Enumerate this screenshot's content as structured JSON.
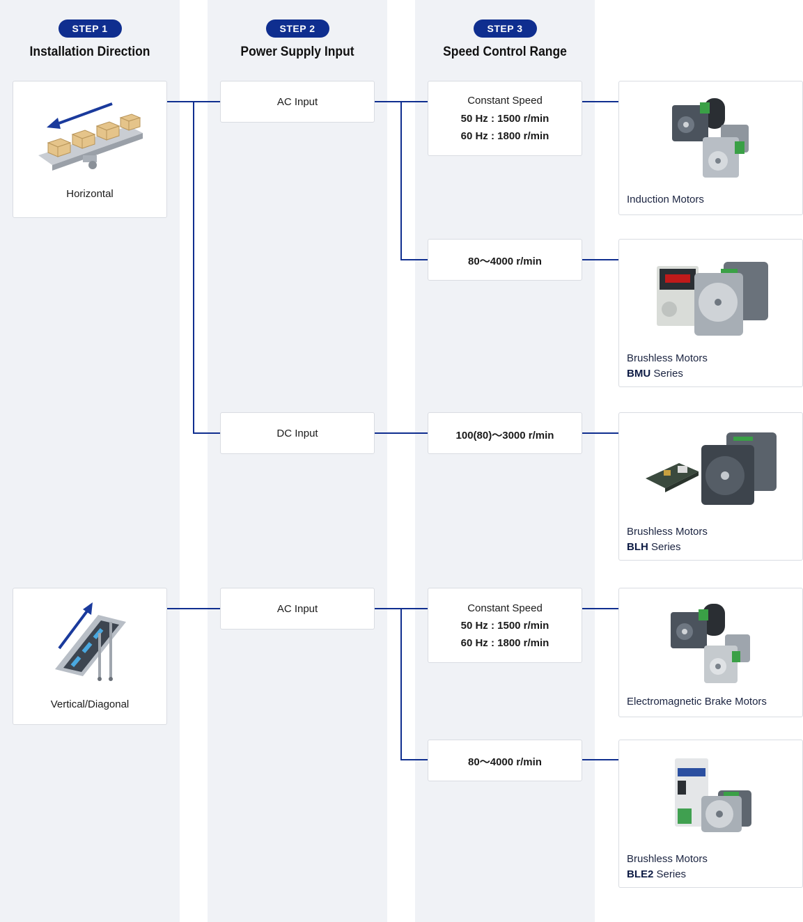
{
  "steps": [
    {
      "badge": "STEP 1",
      "title": "Installation Direction"
    },
    {
      "badge": "STEP 2",
      "title": "Power Supply Input"
    },
    {
      "badge": "STEP 3",
      "title": "Speed Control Range"
    }
  ],
  "installation": {
    "horizontal": "Horizontal",
    "vertical": "Vertical/Diagonal"
  },
  "power": {
    "ac_input_1": "AC Input",
    "dc_input": "DC Input",
    "ac_input_2": "AC Input"
  },
  "speed": {
    "const_1": {
      "title": "Constant Speed",
      "line1": "50 Hz : 1500 r/min",
      "line2": "60 Hz : 1800 r/min"
    },
    "range_1": "80～4000 r/min",
    "range_dc": "100(80)～3000 r/min",
    "const_2": {
      "title": "Constant Speed",
      "line1": "50 Hz : 1500 r/min",
      "line2": "60 Hz : 1800 r/min"
    },
    "range_2": "80～4000 r/min"
  },
  "products": {
    "induction": {
      "name": "Induction Motors"
    },
    "bmu": {
      "name": "Brushless Motors",
      "series_code": "BMU",
      "series_word": "Series"
    },
    "blh": {
      "name": "Brushless Motors",
      "series_code": "BLH",
      "series_word": "Series"
    },
    "brake": {
      "name": "Electromagnetic Brake Motors"
    },
    "ble2": {
      "name": "Brushless Motors",
      "series_code": "BLE2",
      "series_word": "Series"
    }
  },
  "colors": {
    "accent": "#0f2e8f",
    "column_bg": "#f0f2f6",
    "box_border": "#d9dce2"
  }
}
